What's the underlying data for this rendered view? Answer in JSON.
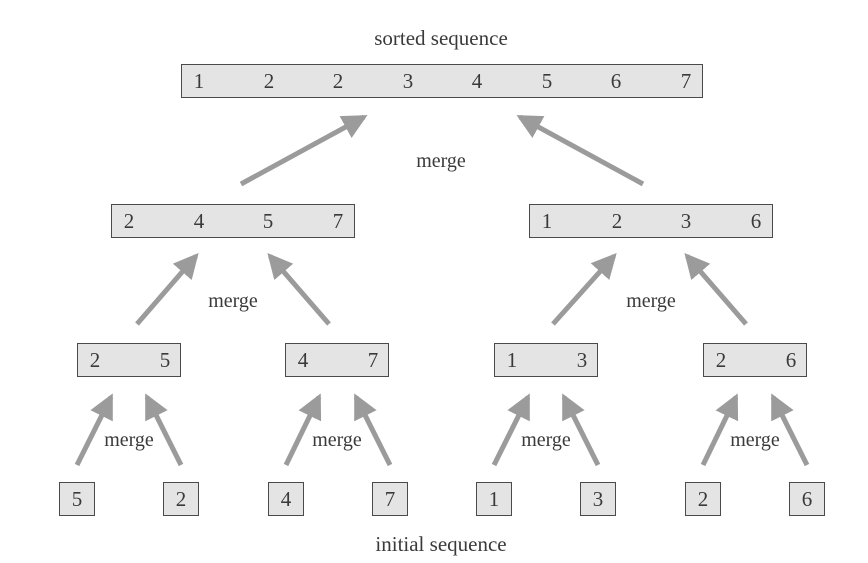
{
  "titles": {
    "top": "sorted sequence",
    "bottom": "initial sequence"
  },
  "merge_label": "merge",
  "colors": {
    "arrow": "#9b9b9b",
    "box_fill": "#e4e4e4",
    "box_border": "#4a4a4a",
    "text": "#3a3a3a"
  },
  "levels": {
    "sorted": [
      [
        "1",
        "2",
        "2",
        "3",
        "4",
        "5",
        "6",
        "7"
      ]
    ],
    "level2": [
      [
        "2",
        "4",
        "5",
        "7"
      ],
      [
        "1",
        "2",
        "3",
        "6"
      ]
    ],
    "level1": [
      [
        "2",
        "5"
      ],
      [
        "4",
        "7"
      ],
      [
        "1",
        "3"
      ],
      [
        "2",
        "6"
      ]
    ],
    "initial": [
      [
        "5"
      ],
      [
        "2"
      ],
      [
        "4"
      ],
      [
        "7"
      ],
      [
        "1"
      ],
      [
        "3"
      ],
      [
        "2"
      ],
      [
        "6"
      ]
    ]
  }
}
